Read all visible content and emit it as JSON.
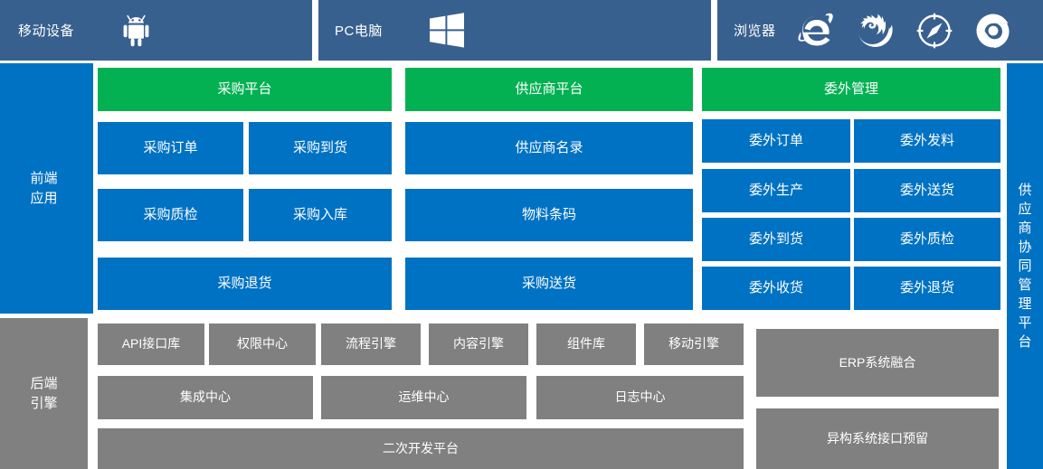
{
  "topbar": {
    "segments": [
      {
        "label": "移动设备",
        "icons": [
          {
            "name": "android-icon"
          }
        ]
      },
      {
        "label": "PC电脑",
        "icons": [
          {
            "name": "windows-icon"
          }
        ]
      },
      {
        "label": "浏览器",
        "icons": [
          {
            "name": "internet-explorer-icon"
          },
          {
            "name": "firefox-icon"
          },
          {
            "name": "safari-icon"
          },
          {
            "name": "chrome-icon"
          }
        ]
      }
    ]
  },
  "rails": {
    "left_frontend": "前端\n应用",
    "left_backend": "后端\n引擎",
    "right_platform": "供应商协同管理平台"
  },
  "frontend": {
    "columns": [
      {
        "header": "采购平台",
        "tiles": [
          "采购订单",
          "采购到货",
          "采购质检",
          "采购入库",
          "采购退货"
        ]
      },
      {
        "header": "供应商平台",
        "tiles": [
          "供应商名录",
          "物料条码",
          "采购送货"
        ]
      },
      {
        "header": "委外管理",
        "tiles": [
          "委外订单",
          "委外发料",
          "委外生产",
          "委外送货",
          "委外到货",
          "委外质检",
          "委外收货",
          "委外退货"
        ]
      }
    ]
  },
  "backend": {
    "row1": [
      "API接口库",
      "权限中心",
      "流程引擎",
      "内容引擎",
      "组件库",
      "移动引擎"
    ],
    "row2": [
      "集成中心",
      "运维中心",
      "日志中心"
    ],
    "row3": [
      "二次开发平台"
    ],
    "right": [
      "ERP系统融合",
      "异构系统接口预留"
    ]
  },
  "colors": {
    "header_blue": "#38608f",
    "tile_blue": "#0072c3",
    "tile_green": "#04b152",
    "tile_gray": "#808080",
    "background": "#ffffff"
  }
}
